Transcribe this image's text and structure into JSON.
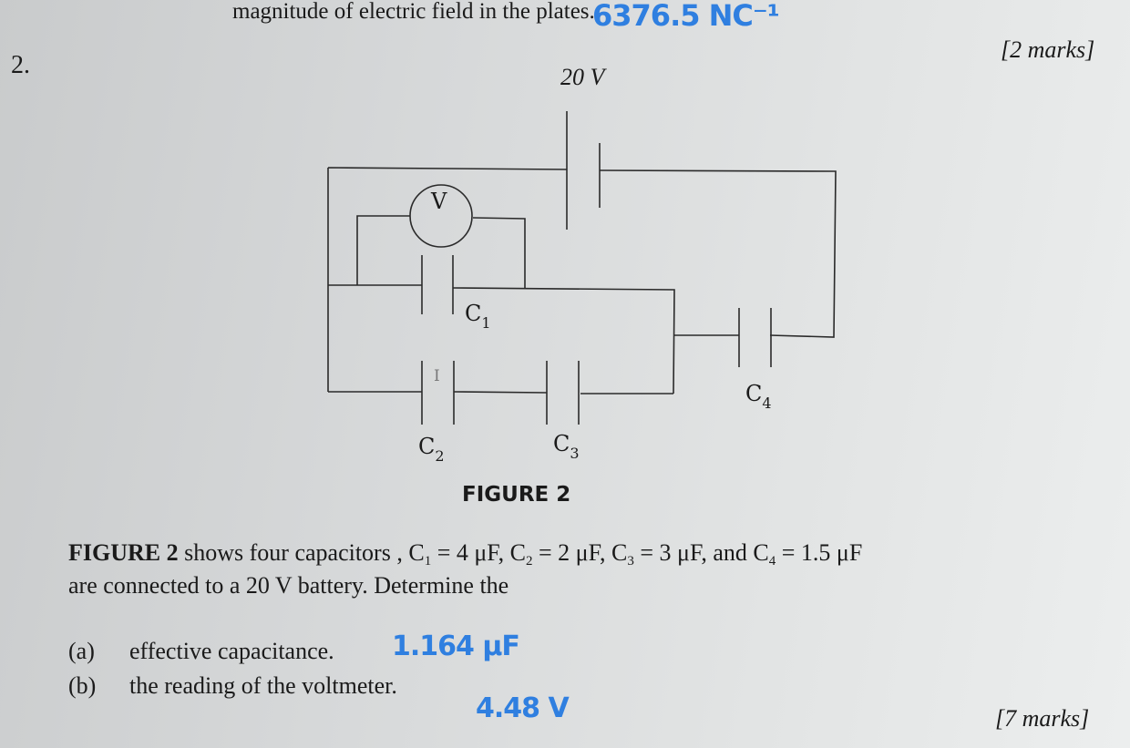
{
  "previous_question": {
    "text_tail": "magnitude of electric field in the plates.",
    "handwritten_answer": "6376.5 NC⁻¹"
  },
  "question": {
    "number": "2.",
    "marks_top": "[2 marks]",
    "figure": {
      "battery_label": "20 V",
      "voltmeter_label": "V",
      "current_marker": "I",
      "capacitor_labels": [
        {
          "symbol": "C",
          "sub": "1"
        },
        {
          "symbol": "C",
          "sub": "2"
        },
        {
          "symbol": "C",
          "sub": "3"
        },
        {
          "symbol": "C",
          "sub": "4"
        }
      ],
      "caption": "FIGURE 2"
    },
    "statement": {
      "lead": "FIGURE 2",
      "part1": " shows four capacitors , ",
      "c1": "C",
      "c1_sub": "1",
      "c1_val": " = 4 μF, ",
      "c2": "C",
      "c2_sub": "2",
      "c2_val": " = 2 μF, ",
      "c3": "C",
      "c3_sub": "3",
      "c3_val": " = 3 μF, and ",
      "c4": "C",
      "c4_sub": "4",
      "c4_val": " = 1.5 μF",
      "line2": "are connected to a 20 V battery. Determine the"
    },
    "parts": [
      {
        "label": "(a)",
        "text": "effective capacitance.",
        "handwritten_answer": "1.164 μF"
      },
      {
        "label": "(b)",
        "text": "the reading of the voltmeter.",
        "handwritten_answer": "4.48 V"
      }
    ],
    "marks_bottom": "[7 marks]"
  },
  "colors": {
    "ink": "#1a1a1a",
    "handwriting": "#2f7fe0",
    "paper": "#d8dadb"
  }
}
